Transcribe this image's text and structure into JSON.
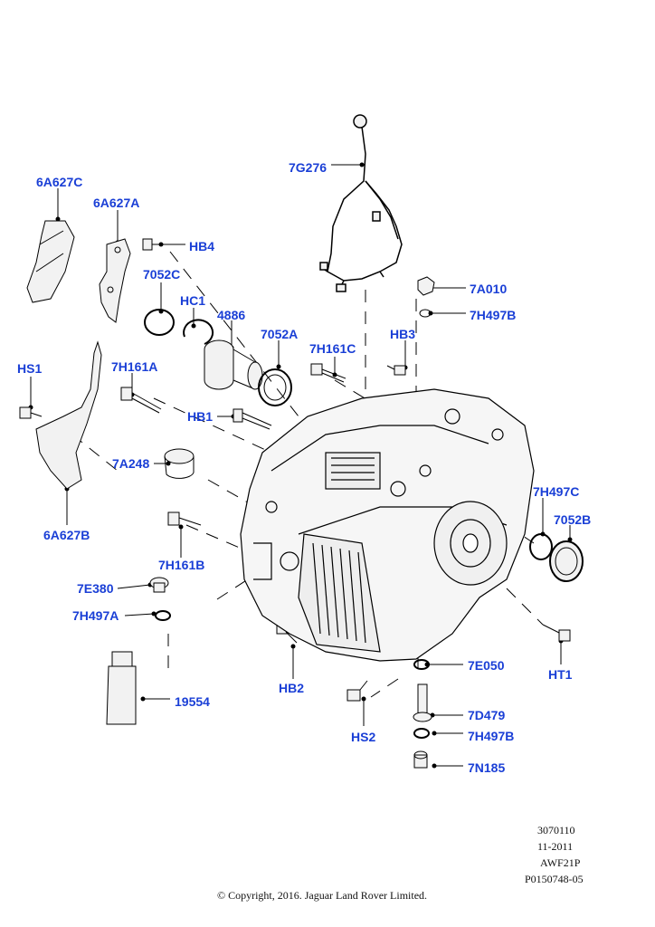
{
  "diagram": {
    "callouts": [
      {
        "id": "6A627C",
        "label": "6A627C"
      },
      {
        "id": "6A627A",
        "label": "6A627A"
      },
      {
        "id": "HB4",
        "label": "HB4"
      },
      {
        "id": "7G276",
        "label": "7G276"
      },
      {
        "id": "7052C",
        "label": "7052C"
      },
      {
        "id": "HC1",
        "label": "HC1"
      },
      {
        "id": "4886",
        "label": "4886"
      },
      {
        "id": "7052A",
        "label": "7052A"
      },
      {
        "id": "7A010",
        "label": "7A010"
      },
      {
        "id": "7H497B_top",
        "label": "7H497B"
      },
      {
        "id": "HB3",
        "label": "HB3"
      },
      {
        "id": "7H161C",
        "label": "7H161C"
      },
      {
        "id": "HS1",
        "label": "HS1"
      },
      {
        "id": "7H161A",
        "label": "7H161A"
      },
      {
        "id": "HB1",
        "label": "HB1"
      },
      {
        "id": "7A248",
        "label": "7A248"
      },
      {
        "id": "6A627B",
        "label": "6A627B"
      },
      {
        "id": "7H161B",
        "label": "7H161B"
      },
      {
        "id": "7H497C",
        "label": "7H497C"
      },
      {
        "id": "7052B",
        "label": "7052B"
      },
      {
        "id": "7E380",
        "label": "7E380"
      },
      {
        "id": "7H497A",
        "label": "7H497A"
      },
      {
        "id": "HT1",
        "label": "HT1"
      },
      {
        "id": "7E050",
        "label": "7E050"
      },
      {
        "id": "19554",
        "label": "19554"
      },
      {
        "id": "HB2",
        "label": "HB2"
      },
      {
        "id": "7D479",
        "label": "7D479"
      },
      {
        "id": "HS2",
        "label": "HS2"
      },
      {
        "id": "7H497B_bot",
        "label": "7H497B"
      },
      {
        "id": "7N185",
        "label": "7N185"
      }
    ]
  },
  "footer": {
    "code1": "3070110",
    "date": "11-2011",
    "model": "AWF21P",
    "ref": "P0150748-05",
    "copyright": "© Copyright, 2016. Jaguar Land Rover Limited."
  },
  "colors": {
    "callout": "#1a3fd6",
    "line": "#000000",
    "part_fill": "#f2f2f2"
  }
}
